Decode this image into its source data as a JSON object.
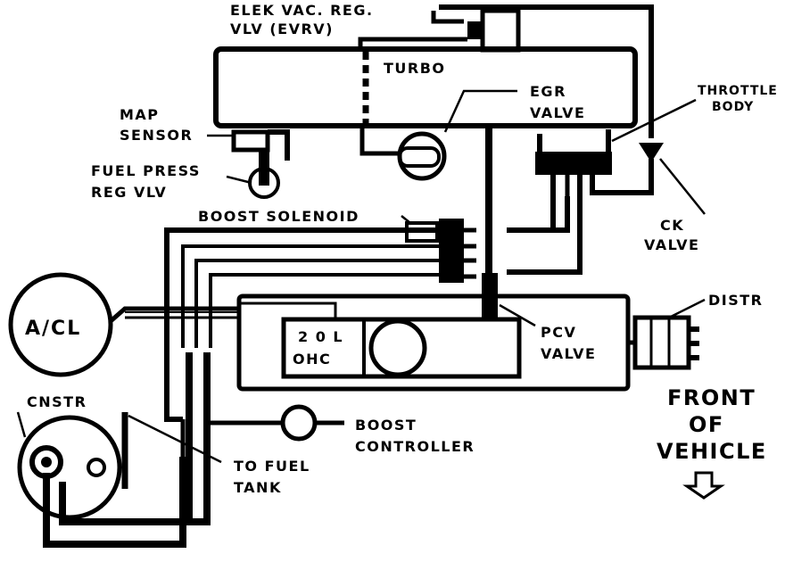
{
  "labels": {
    "evrv_line1": "ELEK VAC. REG.",
    "evrv_line2": "VLV (EVRV)",
    "turbo": "TURBO",
    "egr_line1": "EGR",
    "egr_line2": "VALVE",
    "throttle_line1": "THROTTLE",
    "throttle_line2": "BODY",
    "map_line1": "MAP",
    "map_line2": "SENSOR",
    "fuel_press_line1": "FUEL PRESS",
    "fuel_press_line2": "REG VLV",
    "boost_solenoid": "BOOST SOLENOID",
    "ck_line1": "CK",
    "ck_line2": "VALVE",
    "acl": "A/CL",
    "engine_line1": "2 0 L",
    "engine_line2": "OHC",
    "pcv_line1": "PCV",
    "pcv_line2": "VALVE",
    "distr": "DISTR",
    "front_line1": "FRONT",
    "front_line2": "OF",
    "front_line3": "VEHICLE",
    "cnstr": "CNSTR",
    "boost_ctrl_line1": "BOOST",
    "boost_ctrl_line2": "CONTROLLER",
    "fuel_tank_line1": "TO FUEL",
    "fuel_tank_line2": "TANK"
  },
  "colors": {
    "ink": "#000000",
    "paper": "#ffffff"
  }
}
